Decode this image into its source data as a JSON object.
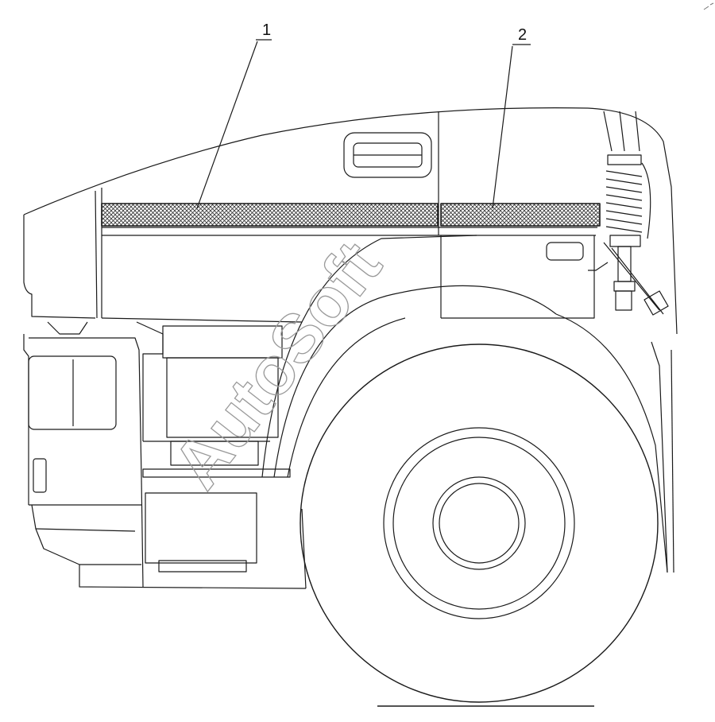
{
  "callouts": [
    {
      "label": "1"
    },
    {
      "label": "2"
    }
  ],
  "watermark": "AutoSoft",
  "colors": {
    "line": "#1a1a1a",
    "hatch": "#333333",
    "watermark": "#9a9a9a"
  }
}
